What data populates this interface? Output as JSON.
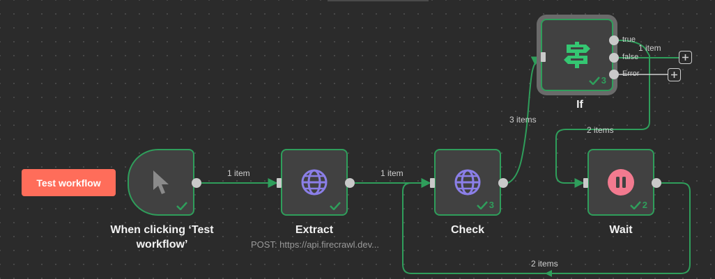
{
  "toolbar": {
    "test_workflow_label": "Test workflow"
  },
  "nodes": {
    "trigger": {
      "label": "When clicking ‘Test workflow’"
    },
    "extract": {
      "label": "Extract",
      "subtitle": "POST: https://api.firecrawl.dev..."
    },
    "check": {
      "label": "Check",
      "run_count": "3"
    },
    "if": {
      "label": "If",
      "run_count": "3",
      "outputs": [
        "true",
        "false",
        "Error"
      ]
    },
    "wait": {
      "label": "Wait",
      "run_count": "2"
    }
  },
  "edges": {
    "trigger_extract": "1 item",
    "extract_check": "1 item",
    "check_if": "3 items",
    "if_true_wait": "1 item",
    "if_wait_loop": "2 items",
    "wait_check_loop": "2 items"
  },
  "colors": {
    "canvas": "#2b2b2b",
    "node_bg": "#414141",
    "success_green": "#2f9e5b",
    "accent_button": "#ff6d5a",
    "globe_purple": "#8b7fe8",
    "pause_pink": "#f27a8f",
    "if_icon_green": "#35c672"
  },
  "icons": {
    "trigger": "mouse-pointer-icon",
    "extract": "globe-icon",
    "check": "globe-icon",
    "if": "signpost-icon",
    "wait": "pause-icon",
    "status": "checkmark-icon",
    "add": "plus-icon"
  }
}
